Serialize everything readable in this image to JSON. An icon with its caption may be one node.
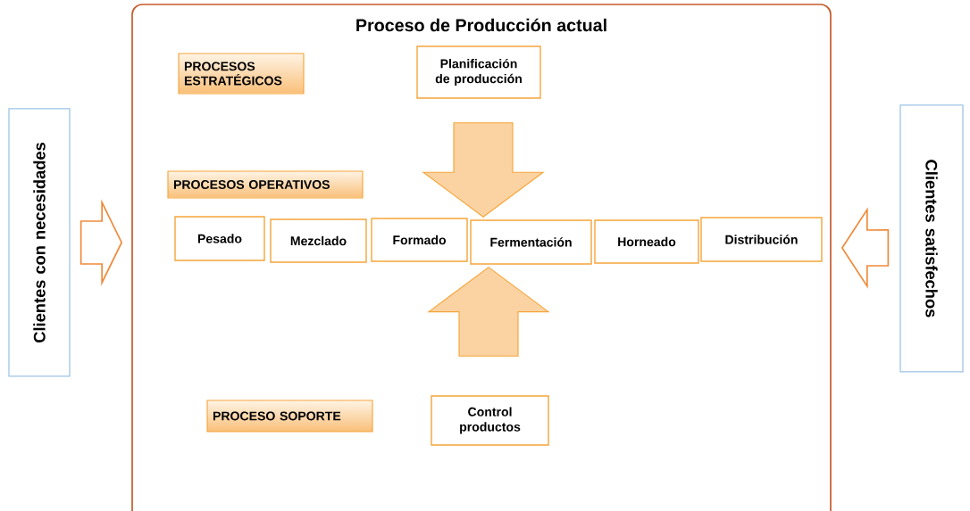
{
  "diagram": {
    "nodes": [
      {
        "text": [
          "Proceso de Producción actual"
        ]
      },
      {
        "text": [
          "Clientes con necesidades"
        ]
      },
      {
        "text": [
          "Clientes satisfechos"
        ]
      },
      {
        "text": [
          "PROCESOS ESTRATÉGICOS"
        ],
        "in": 0
      },
      {
        "text": [
          "Planificación de producción"
        ],
        "in": 0
      },
      {
        "text": [
          "PROCESOS OPERATIVOS"
        ],
        "in": 0
      },
      {
        "text": [
          "Pesado"
        ],
        "in": 0
      },
      {
        "text": [
          "Mezclado"
        ],
        "in": 0
      },
      {
        "text": [
          "Formado"
        ],
        "in": 0
      },
      {
        "text": [
          "Fermentación"
        ],
        "in": 0
      },
      {
        "text": [
          "Horneado"
        ],
        "in": 0
      },
      {
        "text": [
          "Distribución"
        ],
        "in": 0
      },
      {
        "text": [
          "PROCESO SOPORTE"
        ],
        "in": 0
      },
      {
        "text": [
          "Control productos"
        ],
        "in": 0
      }
    ],
    "edges": [
      {
        "from": 1,
        "to": 0,
        "arrow": "to"
      },
      {
        "from": 2,
        "to": 0,
        "arrow": "to"
      },
      {
        "from": 4,
        "to": 9,
        "arrow": "to"
      },
      {
        "from": 13,
        "to": 9,
        "arrow": "to"
      }
    ]
  }
}
